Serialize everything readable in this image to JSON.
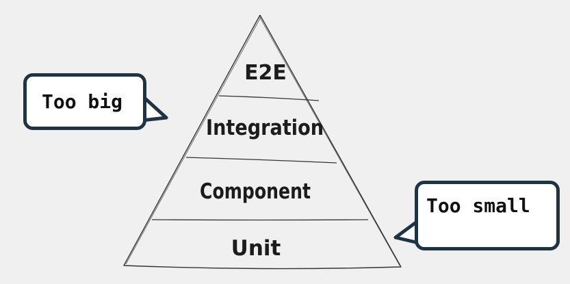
{
  "diagram": {
    "layers": [
      {
        "id": "e2e",
        "label": "E2E"
      },
      {
        "id": "integration",
        "label": "Integration"
      },
      {
        "id": "component",
        "label": "Component"
      },
      {
        "id": "unit",
        "label": "Unit"
      }
    ],
    "callouts": {
      "top": {
        "text": "Too big"
      },
      "bottom": {
        "text": "Too small"
      }
    }
  },
  "colors": {
    "background": "#f0f0f0",
    "outline": "#333333",
    "callout_border": "#1f3443",
    "callout_fill": "#ffffff",
    "text": "#1c1c1c"
  }
}
